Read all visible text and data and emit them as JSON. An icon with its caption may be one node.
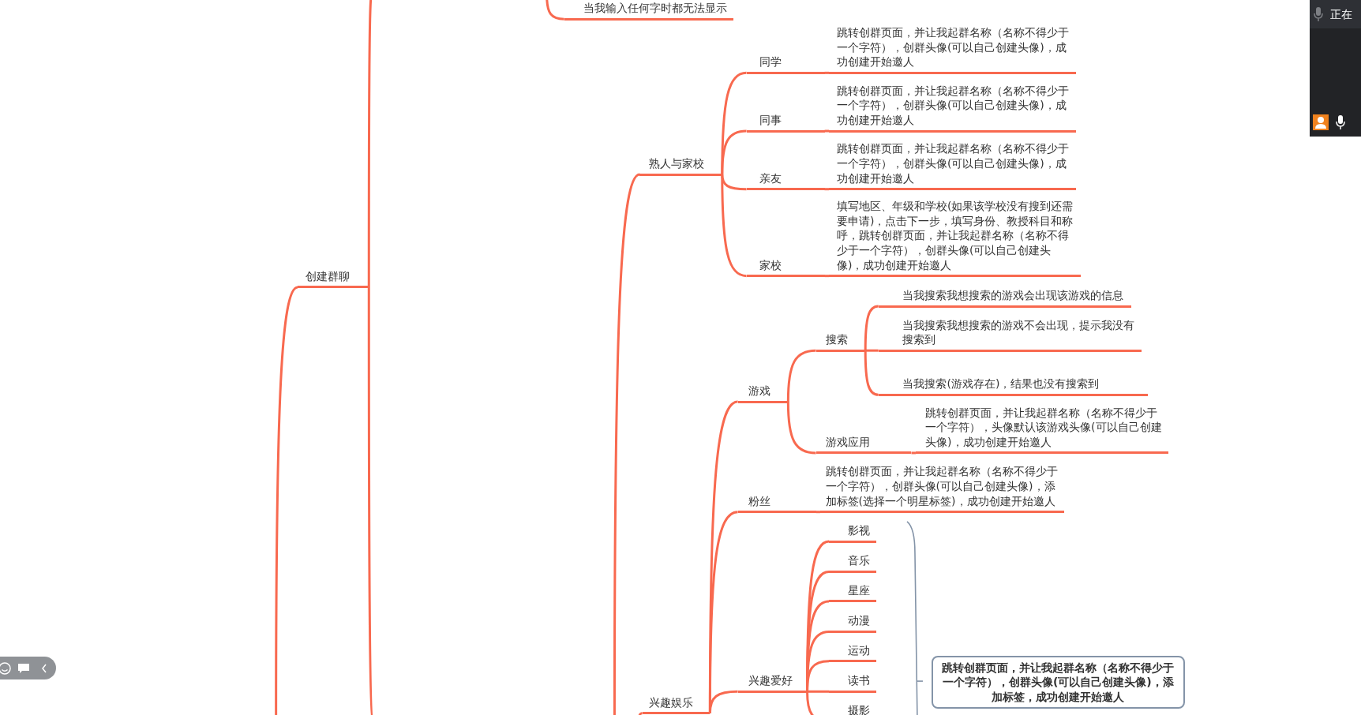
{
  "diagram": {
    "nodes": [
      {
        "text": [
          "当我输入任何字时都无法显示"
        ]
      },
      {
        "text": [
          "创建群聊"
        ]
      },
      {
        "text": [
          "熟人与家校"
        ]
      },
      {
        "text": [
          "同学"
        ]
      },
      {
        "text": [
          "跳转创群页面，并让我起群名称（名称不得少于一个字符），创群头像(可以自己创建头像)，成功创建开始邀人"
        ]
      },
      {
        "text": [
          "同事"
        ]
      },
      {
        "text": [
          "跳转创群页面，并让我起群名称（名称不得少于一个字符），创群头像(可以自己创建头像)，成功创建开始邀人"
        ]
      },
      {
        "text": [
          "亲友"
        ]
      },
      {
        "text": [
          "跳转创群页面，并让我起群名称（名称不得少于一个字符），创群头像(可以自己创建头像)，成功创建开始邀人"
        ]
      },
      {
        "text": [
          "家校"
        ]
      },
      {
        "text": [
          "填写地区、年级和学校(如果该学校没有搜到还需要申请)，点击下一步，填写身份、教授科目和称呼，跳转创群页面，并让我起群名称（名称不得少于一个字符），创群头像(可以自己创建头像)，成功创建开始邀人"
        ]
      },
      {
        "text": [
          "兴趣娱乐"
        ]
      },
      {
        "text": [
          "游戏"
        ]
      },
      {
        "text": [
          "搜索"
        ]
      },
      {
        "text": [
          "当我搜索我想搜索的游戏会出现该游戏的信息"
        ]
      },
      {
        "text": [
          "当我搜索我想搜索的游戏不会出现，提示我没有搜索到"
        ]
      },
      {
        "text": [
          "当我搜索(游戏存在)，结果也没有搜索到"
        ]
      },
      {
        "text": [
          "游戏应用"
        ]
      },
      {
        "text": [
          "跳转创群页面，并让我起群名称（名称不得少于一个字符），头像默认该游戏头像(可以自己创建头像)，成功创建开始邀人"
        ]
      },
      {
        "text": [
          "粉丝"
        ]
      },
      {
        "text": [
          "跳转创群页面，并让我起群名称（名称不得少于一个字符），创群头像(可以自己创建头像)，添加标签(选择一个明星标签)，成功创建开始邀人"
        ]
      },
      {
        "text": [
          "兴趣爱好"
        ]
      },
      {
        "text": [
          "影视"
        ]
      },
      {
        "text": [
          "音乐"
        ]
      },
      {
        "text": [
          "星座"
        ]
      },
      {
        "text": [
          "动漫"
        ]
      },
      {
        "text": [
          "运动"
        ]
      },
      {
        "text": [
          "读书"
        ]
      },
      {
        "text": [
          "摄影"
        ]
      },
      {
        "text": [
          "跳转创群页面，并让我起群名称（名称不得少于一个字符），创群头像(可以自己创建头像)，添加标签，成功创建开始邀人"
        ]
      }
    ],
    "edges": [
      {
        "from": null,
        "to": 0,
        "arrow": "none"
      },
      {
        "from": null,
        "to": 1,
        "arrow": "none"
      },
      {
        "from": 1,
        "to": null,
        "arrow": "none"
      },
      {
        "from": 1,
        "to": null,
        "arrow": "none"
      },
      {
        "from": null,
        "to": 2,
        "arrow": "none"
      },
      {
        "from": 2,
        "to": 3,
        "arrow": "none"
      },
      {
        "from": 3,
        "to": 4,
        "arrow": "none"
      },
      {
        "from": 2,
        "to": 5,
        "arrow": "none"
      },
      {
        "from": 5,
        "to": 6,
        "arrow": "none"
      },
      {
        "from": 2,
        "to": 7,
        "arrow": "none"
      },
      {
        "from": 7,
        "to": 8,
        "arrow": "none"
      },
      {
        "from": 2,
        "to": 9,
        "arrow": "none"
      },
      {
        "from": 9,
        "to": 10,
        "arrow": "none"
      },
      {
        "from": null,
        "to": 11,
        "arrow": "none"
      },
      {
        "from": 11,
        "to": 12,
        "arrow": "none"
      },
      {
        "from": 12,
        "to": 13,
        "arrow": "none"
      },
      {
        "from": 13,
        "to": 14,
        "arrow": "none"
      },
      {
        "from": 13,
        "to": 15,
        "arrow": "none"
      },
      {
        "from": 13,
        "to": 16,
        "arrow": "none"
      },
      {
        "from": 12,
        "to": 17,
        "arrow": "none"
      },
      {
        "from": 17,
        "to": 18,
        "arrow": "none"
      },
      {
        "from": 11,
        "to": 19,
        "arrow": "none"
      },
      {
        "from": 19,
        "to": 20,
        "arrow": "none"
      },
      {
        "from": 11,
        "to": 21,
        "arrow": "none"
      },
      {
        "from": 21,
        "to": 22,
        "arrow": "none"
      },
      {
        "from": 21,
        "to": 23,
        "arrow": "none"
      },
      {
        "from": 21,
        "to": 24,
        "arrow": "none"
      },
      {
        "from": 21,
        "to": 25,
        "arrow": "none"
      },
      {
        "from": 21,
        "to": 26,
        "arrow": "none"
      },
      {
        "from": 21,
        "to": 27,
        "arrow": "none"
      },
      {
        "from": 21,
        "to": 28,
        "arrow": "none"
      }
    ],
    "labels": [
      "正在"
    ]
  }
}
